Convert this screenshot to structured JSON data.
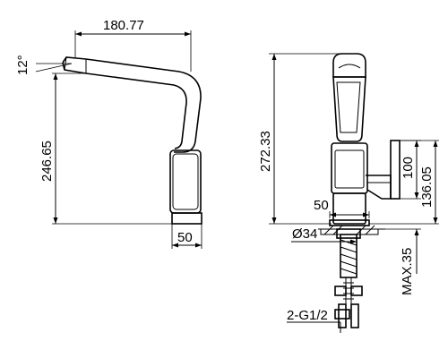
{
  "dimensions": {
    "spout_reach": "180.77",
    "spout_angle": "12°",
    "side_height": "246.65",
    "base_width_side": "50",
    "total_height": "272.33",
    "handle_height_100": "100",
    "handle_height_136": "136.05",
    "base_width_front": "50",
    "shank_diameter": "Ø34",
    "max_thickness": "MAX.35",
    "connection": "2-G1/2"
  }
}
